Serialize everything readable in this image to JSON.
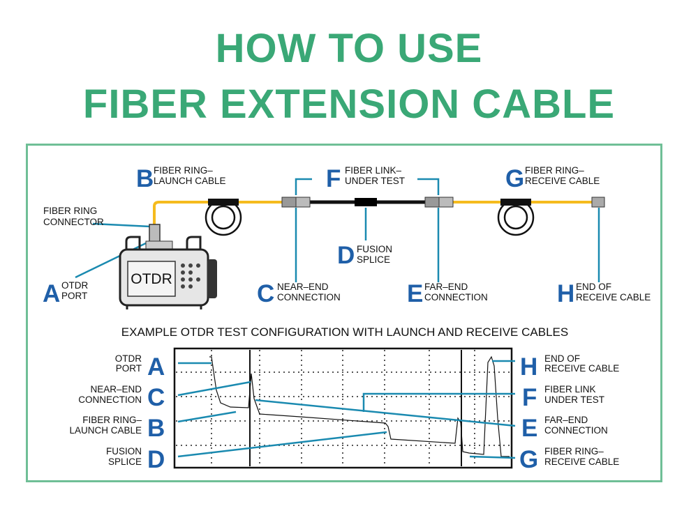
{
  "title": {
    "line1": "HOW TO USE",
    "line2": "FIBER EXTENSION CABLE"
  },
  "colors": {
    "title": "#3aa876",
    "frame": "#6fbf96",
    "letters": "#1f5fa8",
    "fiber": "#f5bb1e",
    "pointer": "#1a8ab0"
  },
  "top_diagram": {
    "labels": {
      "B": {
        "letter": "B",
        "line1": "FIBER RING–",
        "line2": "LAUNCH CABLE"
      },
      "F": {
        "letter": "F",
        "line1": "FIBER LINK–",
        "line2": "UNDER TEST"
      },
      "G": {
        "letter": "G",
        "line1": "FIBER RING–",
        "line2": "RECEIVE CABLE"
      },
      "ring_connector": {
        "line1": "FIBER RING",
        "line2": "CONNECTOR"
      },
      "D": {
        "letter": "D",
        "line1": "FUSION",
        "line2": "SPLICE"
      },
      "A": {
        "letter": "A",
        "line1": "OTDR",
        "line2": "PORT"
      },
      "C": {
        "letter": "C",
        "line1": "NEAR–END",
        "line2": "CONNECTION"
      },
      "E": {
        "letter": "E",
        "line1": "FAR–END",
        "line2": "CONNECTION"
      },
      "H": {
        "letter": "H",
        "line1": "END OF",
        "line2": "RECEIVE CABLE"
      }
    },
    "device_label": "OTDR"
  },
  "bottom_diagram": {
    "caption": "EXAMPLE OTDR TEST CONFIGURATION WITH LAUNCH AND RECEIVE CABLES",
    "left": [
      {
        "letter": "A",
        "line1": "OTDR",
        "line2": "PORT"
      },
      {
        "letter": "C",
        "line1": "NEAR–END",
        "line2": "CONNECTION"
      },
      {
        "letter": "B",
        "line1": "FIBER RING–",
        "line2": "LAUNCH CABLE"
      },
      {
        "letter": "D",
        "line1": "FUSION",
        "line2": "SPLICE"
      }
    ],
    "right": [
      {
        "letter": "H",
        "line1": "END OF",
        "line2": "RECEIVE CABLE"
      },
      {
        "letter": "F",
        "line1": "FIBER LINK",
        "line2": "UNDER TEST"
      },
      {
        "letter": "E",
        "line1": "FAR–END",
        "line2": "CONNECTION"
      },
      {
        "letter": "G",
        "line1": "FIBER RING–",
        "line2": "RECEIVE CABLE"
      }
    ]
  }
}
